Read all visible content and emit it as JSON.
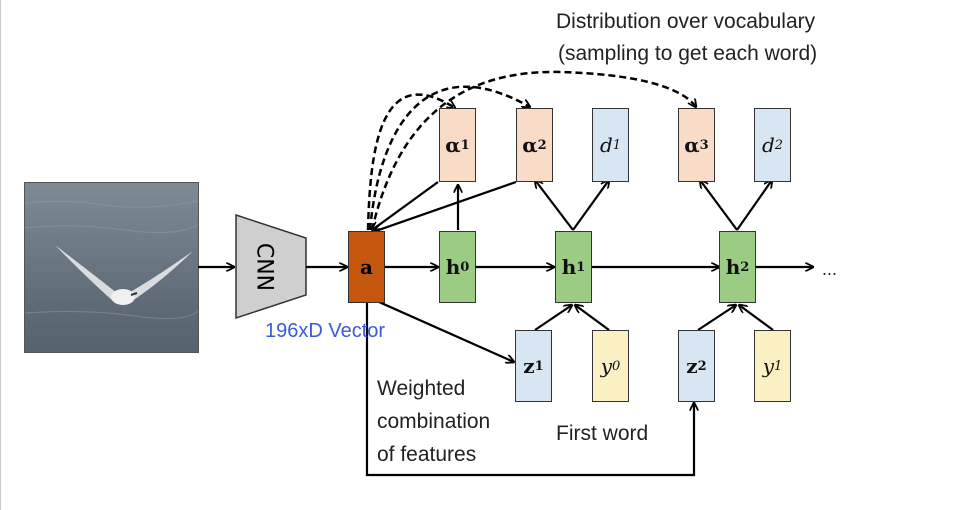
{
  "title_line1": "Distribution over vocabulary",
  "title_line2": "(sampling to get each word)",
  "cnn_label": "CNN",
  "vector_label": "196xD Vector",
  "weighted_label_1": "Weighted",
  "weighted_label_2": "combination",
  "weighted_label_3": "of features",
  "first_word_label": "First word",
  "ellipsis": "...",
  "nodes": {
    "a": {
      "base": "a",
      "sub": ""
    },
    "h0": {
      "base": "h",
      "sub": "0"
    },
    "h1": {
      "base": "h",
      "sub": "1"
    },
    "h2": {
      "base": "h",
      "sub": "2"
    },
    "alpha1": {
      "base": "α",
      "sub": "1"
    },
    "alpha2": {
      "base": "α",
      "sub": "2"
    },
    "alpha3": {
      "base": "α",
      "sub": "3"
    },
    "d1": {
      "base": "d",
      "sub": "1"
    },
    "d2": {
      "base": "d",
      "sub": "2"
    },
    "z1": {
      "base": "z",
      "sub": "1"
    },
    "z2": {
      "base": "z",
      "sub": "2"
    },
    "y0": {
      "base": "y",
      "sub": "0"
    },
    "y1": {
      "base": "y",
      "sub": "1"
    }
  },
  "colors": {
    "feature": "#c5560e",
    "hidden": "#9ccc84",
    "attention": "#f8dcc8",
    "distribution": "#d8e6f4",
    "word": "#fbf0c4",
    "context": "#d8e6f4",
    "vector_label": "#3a5bd8"
  }
}
